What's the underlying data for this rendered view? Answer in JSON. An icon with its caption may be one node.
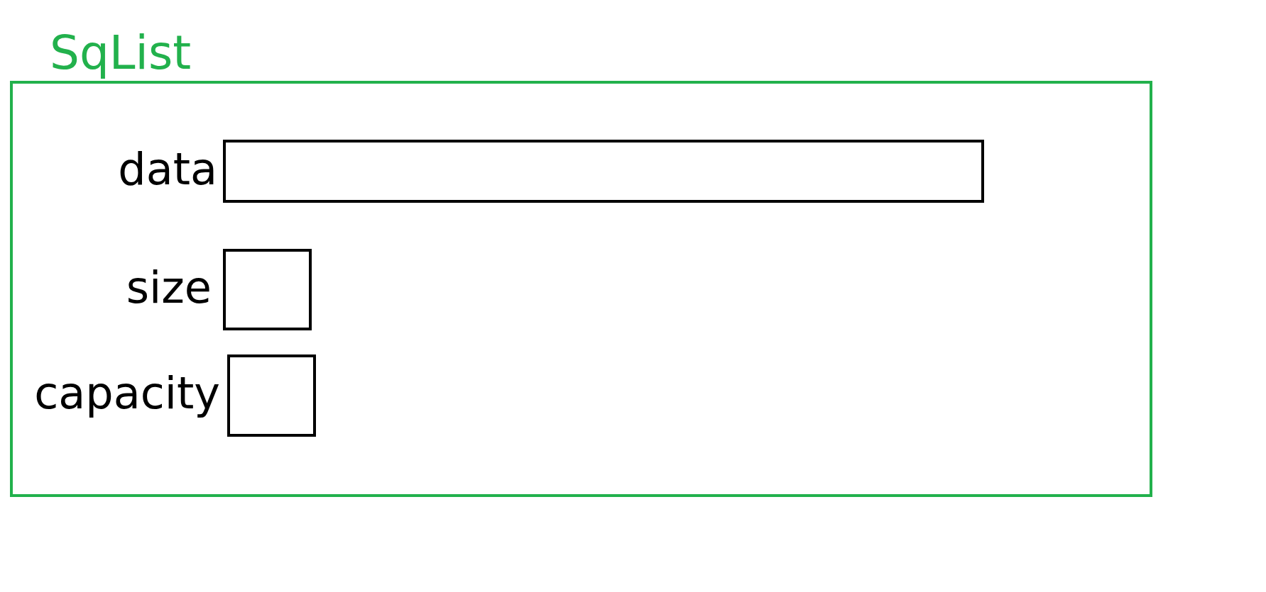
{
  "diagram": {
    "nodes": [
      {
        "text": [
          "SqList"
        ]
      },
      {
        "text": [
          "data"
        ],
        "in": 0
      },
      {
        "text": [
          "size"
        ],
        "in": 0
      },
      {
        "text": [
          "capacity"
        ],
        "in": 0
      }
    ]
  }
}
